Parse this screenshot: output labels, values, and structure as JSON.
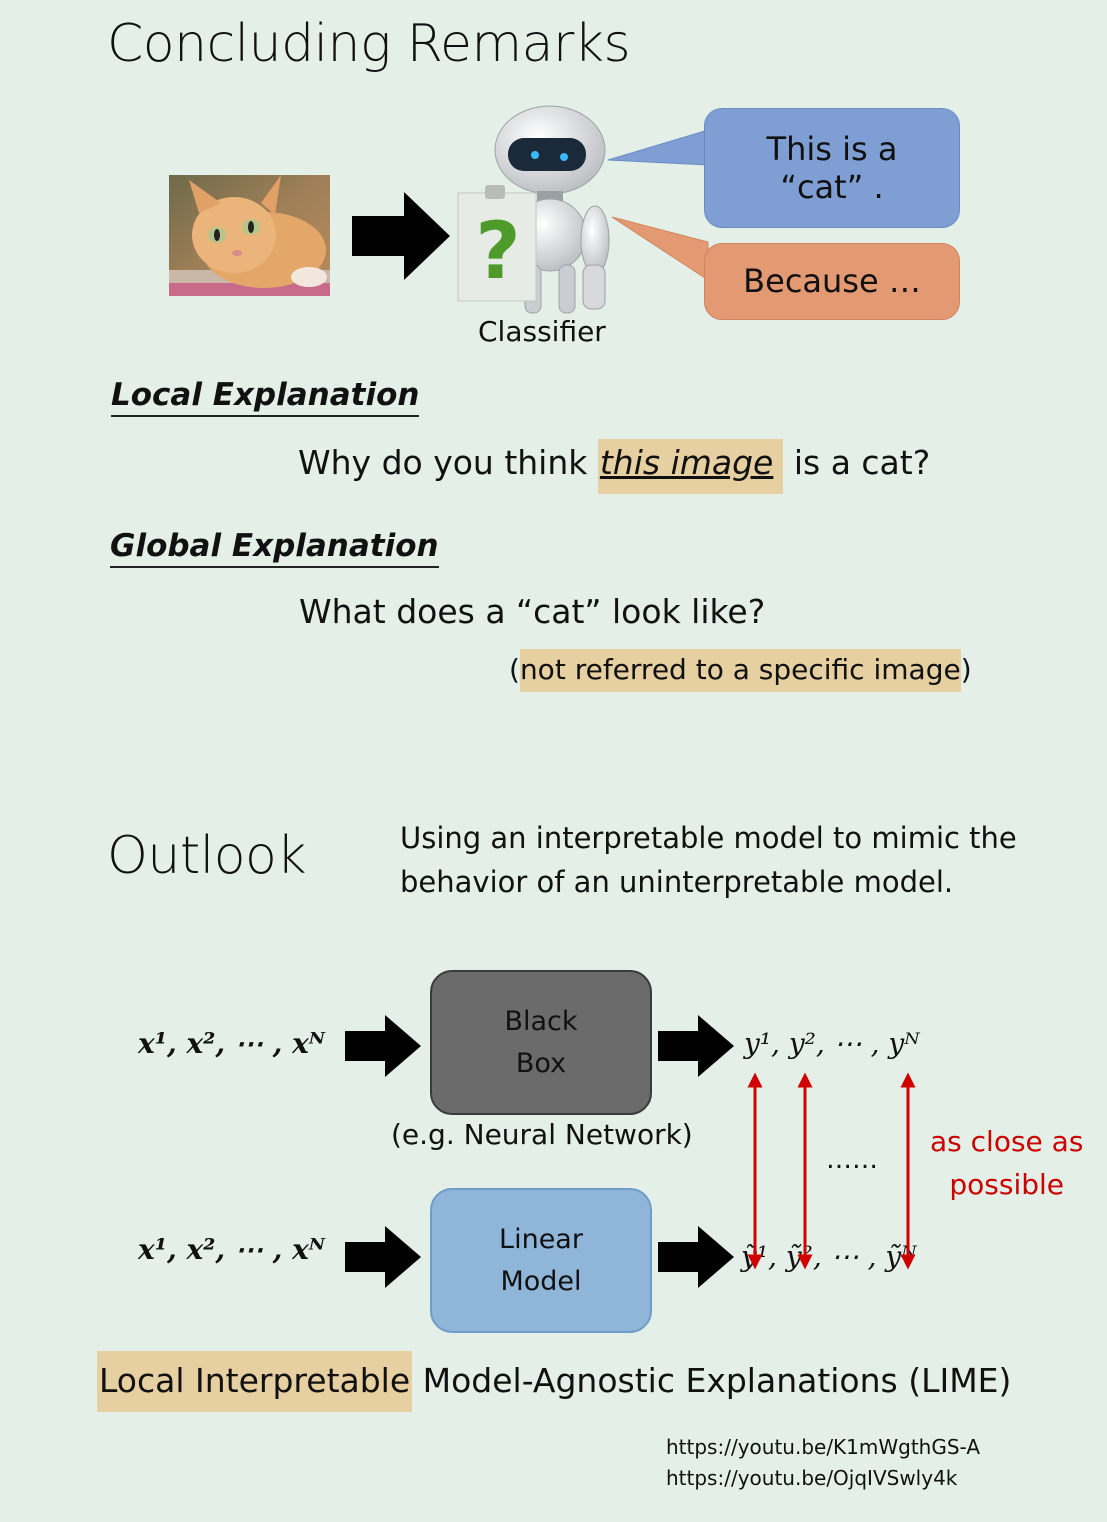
{
  "section1": {
    "title": "Concluding Remarks",
    "classifier_label": "Classifier",
    "bubble_top_line1": "This is a",
    "bubble_top_line2": "“cat”  .",
    "bubble_bottom": "Because …",
    "robot_question_mark": "?"
  },
  "local": {
    "heading": "Local Explanation",
    "question_prefix": "Why do you think ",
    "question_highlight": "this image",
    "question_suffix": " is a cat?"
  },
  "global": {
    "heading": "Global Explanation",
    "question": "What does a “cat” look like?",
    "note_open": "(",
    "note_highlight": "not referred to a specific image",
    "note_close": ")"
  },
  "outlook": {
    "title": "Outlook",
    "desc_line1": "Using an interpretable model to mimic the",
    "desc_line2": "behavior of an uninterpretable model."
  },
  "diagram": {
    "input_top": "x¹, x², ⋯ , xᴺ",
    "input_bottom": "x¹, x², ⋯ , xᴺ",
    "black_box_line1": "Black",
    "black_box_line2": "Box",
    "black_box_note": "(e.g. Neural Network)",
    "linear_line1": "Linear",
    "linear_line2": "Model",
    "output_top": "y¹, y², ⋯ , yᴺ",
    "output_bottom": "ỹ¹, ỹ², ⋯ , ỹᴺ",
    "ellipsis": "……",
    "close_line1": "as close as",
    "close_line2": "possible"
  },
  "lime": {
    "highlight": "Local Interpretable",
    "rest": " Model-Agnostic Explanations (LIME)"
  },
  "links": [
    "https://youtu.be/K1mWgthGS-A",
    "https://youtu.be/OjqIVSwly4k"
  ],
  "colors": {
    "background": "#e3efe7",
    "highlight": "#e6cfa0",
    "bubble_blue": "#7f9fd4",
    "bubble_orange": "#e39a73",
    "black_box": "#6b6b6b",
    "linear_box": "#8fb5d9",
    "arrow_red": "#d00000"
  }
}
